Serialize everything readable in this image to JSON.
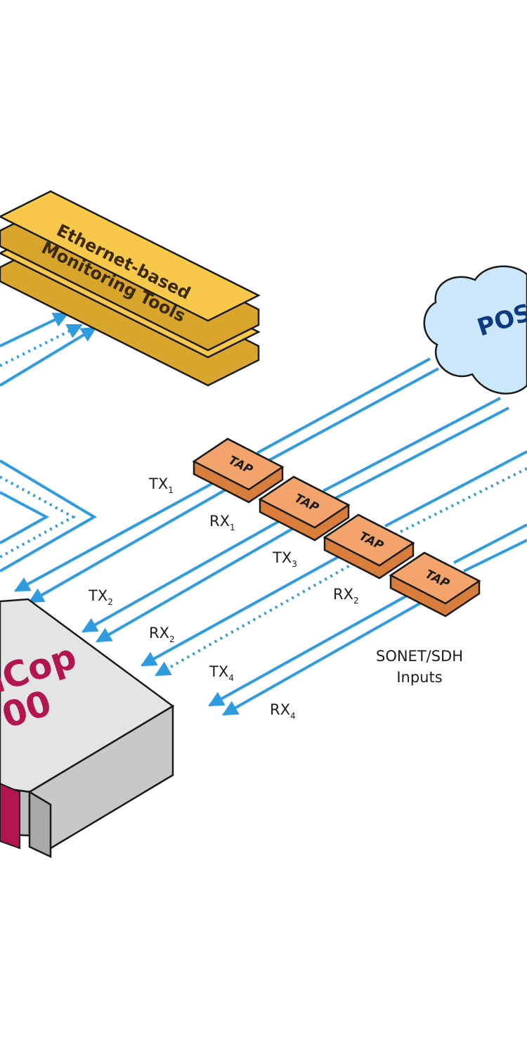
{
  "tools": {
    "line1": "Ethernet-based",
    "line2": "Monitoring Tools"
  },
  "cloud": {
    "label": "POS"
  },
  "taps": [
    {
      "label": "TAP"
    },
    {
      "label": "TAP"
    },
    {
      "label": "TAP"
    },
    {
      "label": "TAP"
    }
  ],
  "device": {
    "line1": "iCop",
    "line2": "00"
  },
  "links": [
    {
      "name": "TX",
      "sub": "1"
    },
    {
      "name": "RX",
      "sub": "1"
    },
    {
      "name": "TX",
      "sub": "3"
    },
    {
      "name": "TX",
      "sub": "2"
    },
    {
      "name": "RX",
      "sub": "2"
    },
    {
      "name": "RX",
      "sub": "2"
    },
    {
      "name": "TX",
      "sub": "4"
    },
    {
      "name": "RX",
      "sub": "4"
    }
  ],
  "inputs": {
    "line1": "SONET/SDH",
    "line2": "Inputs"
  },
  "colors": {
    "link": "#2f9be0",
    "tap": "#f2a46c",
    "tools": "#f7c84a",
    "cloud": "#cbe8fa",
    "device_brand": "#b2154f"
  }
}
